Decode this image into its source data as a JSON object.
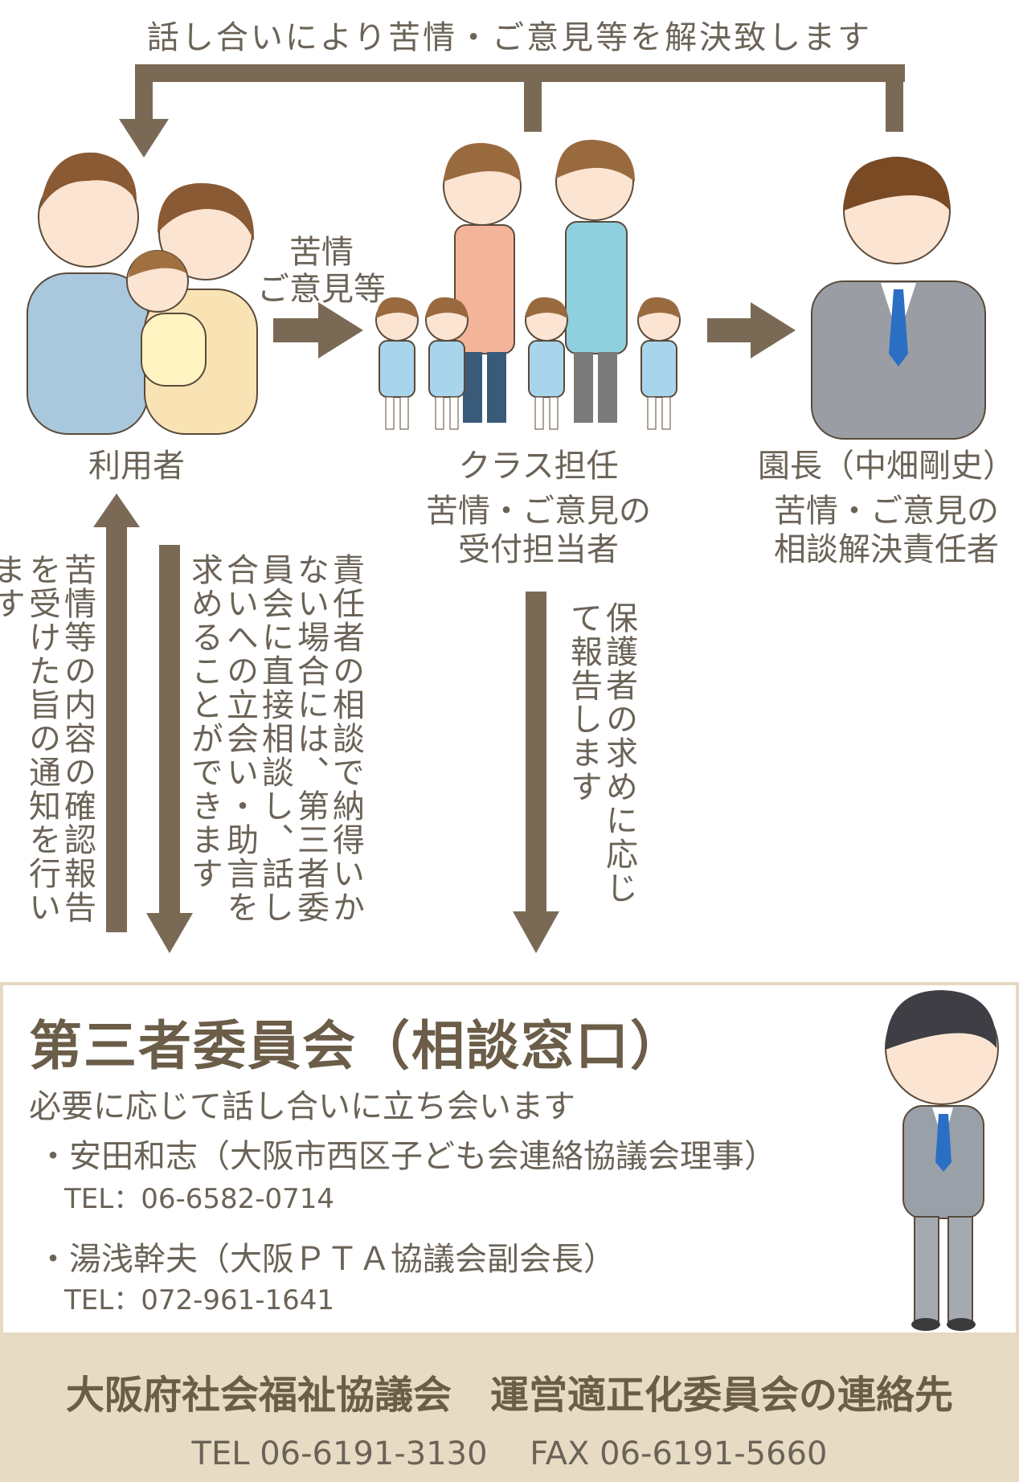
{
  "top_message": "話し合いにより苦情・ご意見等を解決致します",
  "arrow_label_complaint": [
    "苦情",
    "ご意見等"
  ],
  "users": {
    "label": "利用者"
  },
  "class_teacher": {
    "title": "クラス担任",
    "role_line1": "苦情・ご意見の",
    "role_line2": "受付担当者"
  },
  "principal": {
    "title": "園長（中畑剛史）",
    "role_line1": "苦情・ご意見の",
    "role_line2": "相談解決責任者"
  },
  "vertical_notes": {
    "confirmation": "苦情等の内容の確認報告を受けた旨の通知を行います",
    "direct_consult": "責任者の相談で納得いかない場合には、第三者委員会に直接相談し、話し合いへの立会い・助言を求めることができます",
    "report": "保護者の求めに応じて報告します"
  },
  "committee": {
    "title": "第三者委員会（相談窓口）",
    "subtitle": "必要に応じて話し合いに立ち会います",
    "members": [
      {
        "name": "・安田和志（大阪市西区子ども会連絡協議会理事）",
        "tel": "TEL：06-6582-0714"
      },
      {
        "name": "・湯浅幹夫（大阪ＰＴＡ協議会副会長）",
        "tel": "TEL：072-961-1641"
      }
    ]
  },
  "footer": {
    "title": "大阪府社会福祉協議会　運営適正化委員会の連絡先",
    "contact": "TEL 06-6191-3130　 FAX 06-6191-5660"
  },
  "colors": {
    "arrow": "#7a6a55",
    "footer_bg": "#e8dbc3",
    "panel_border": "#e5d9c3",
    "text": "#6b6357"
  }
}
